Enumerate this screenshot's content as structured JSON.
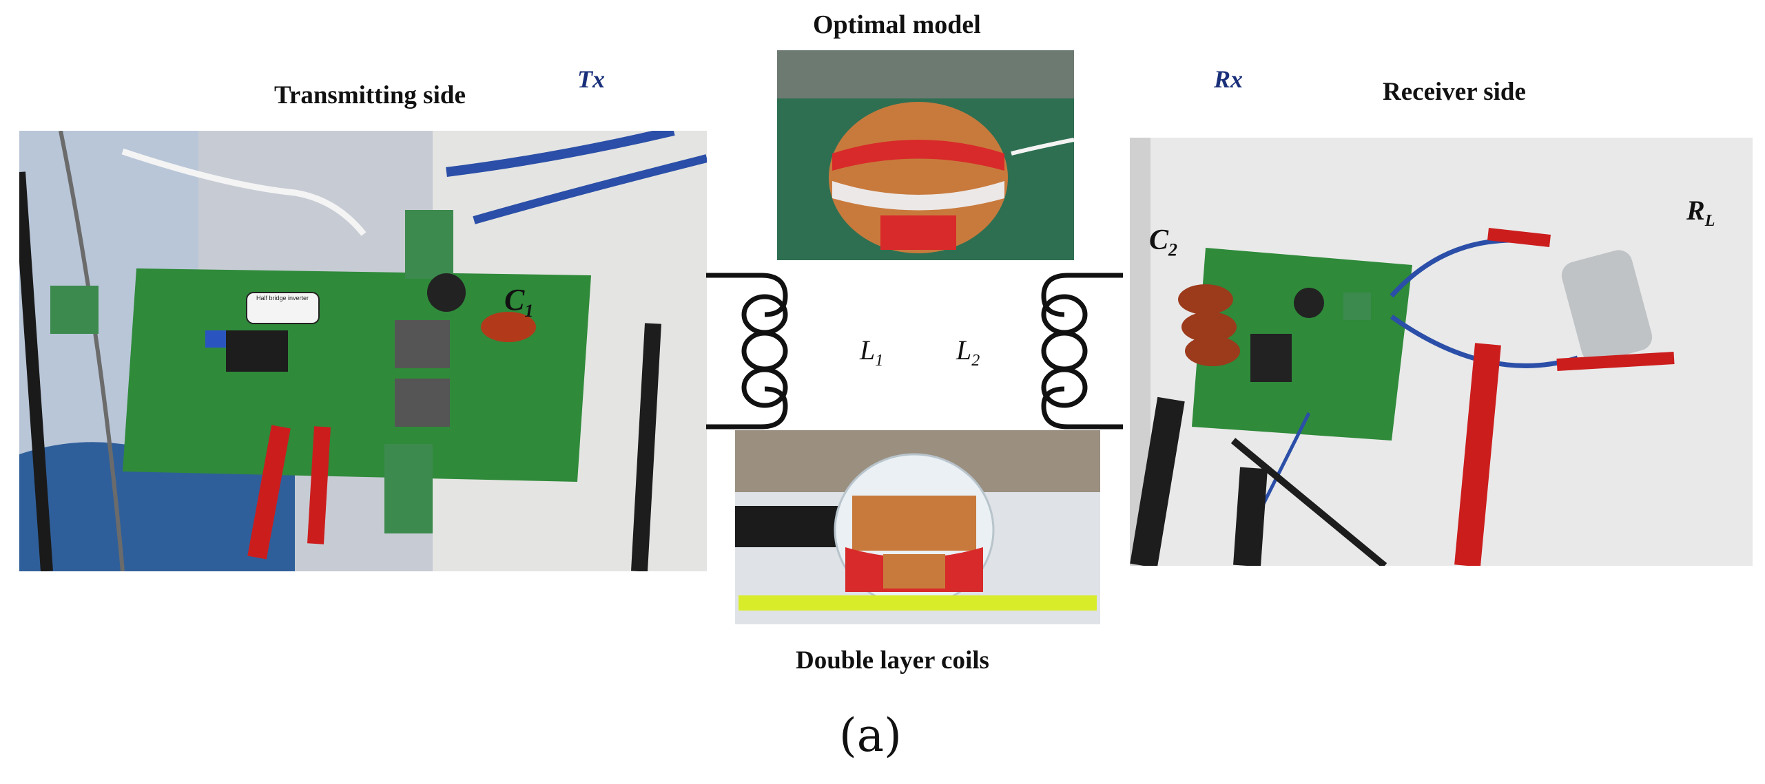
{
  "labels": {
    "optimal_model": "Optimal model",
    "transmitting_side": "Transmitting side",
    "receiver_side": "Receiver side",
    "tx": "Tx",
    "rx": "Rx",
    "double_layer": "Double layer coils",
    "panel": "(a)"
  },
  "symbols": {
    "c1_main": "C",
    "c1_sub": "1",
    "c2_main": "C",
    "c2_sub": "2",
    "l1_main": "L",
    "l1_sub": "1",
    "l2_main": "L",
    "l2_sub": "2",
    "rl_main": "R",
    "rl_sub": "L"
  },
  "board_text": {
    "half_bridge": "Half bridge inverter"
  },
  "colors": {
    "pcb": "#2f8a3a",
    "bench": "#2f6f55",
    "copper": "#c87a3c",
    "tape": "#d82a2a",
    "ruler": "#d8ec2a",
    "navy": "#1a2f7a"
  }
}
